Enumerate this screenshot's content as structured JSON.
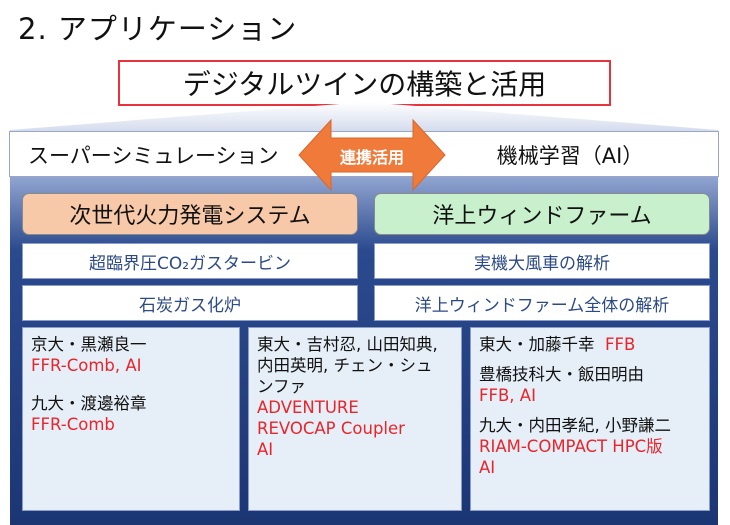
{
  "slide_title": "2. アプリケーション",
  "main_box": "デジタルツインの構築と活用",
  "top_bar": {
    "left": "スーパーシミュレーション",
    "right": "機械学習（AI）",
    "arrow_label": "連携活用"
  },
  "columns": {
    "left": {
      "category": "次世代火力発電システム",
      "subs": [
        "超臨界圧CO₂ガスタービン",
        "石炭ガス化炉"
      ]
    },
    "right": {
      "category": "洋上ウィンドファーム",
      "subs": [
        "実機大風車の解析",
        "洋上ウィンドファーム全体の解析"
      ]
    }
  },
  "people": {
    "box1": {
      "p1_name": "京大・黒瀬良一",
      "p1_code": "FFR-Comb, AI",
      "p2_name": "九大・渡邊裕章",
      "p2_code": "FFR-Comb"
    },
    "box2": {
      "name_line1": "東大・吉村忍, 山田知典,",
      "name_line2": "内田英明, チェン・シュ",
      "name_line3": "ンファ",
      "code_line1": "ADVENTURE",
      "code_line2": "REVOCAP Coupler",
      "code_line3": "AI"
    },
    "box3": {
      "p1_name": "東大・加藤千幸",
      "p1_code": "FFB",
      "p2_name": "豊橋技科大・飯田明由",
      "p2_code": "FFB, AI",
      "p3_name": "九大・内田孝紀, 小野謙二",
      "p3_code_line1": "RIAM-COMPACT HPC版",
      "p3_code_line2": "AI"
    }
  },
  "colors": {
    "navy": "#1f3a7a",
    "accent_red": "#e8252b",
    "arrow_orange": "#ef7a3a",
    "left_category_bg": "#f8c9a8",
    "right_category_bg": "#c8f0cc"
  }
}
